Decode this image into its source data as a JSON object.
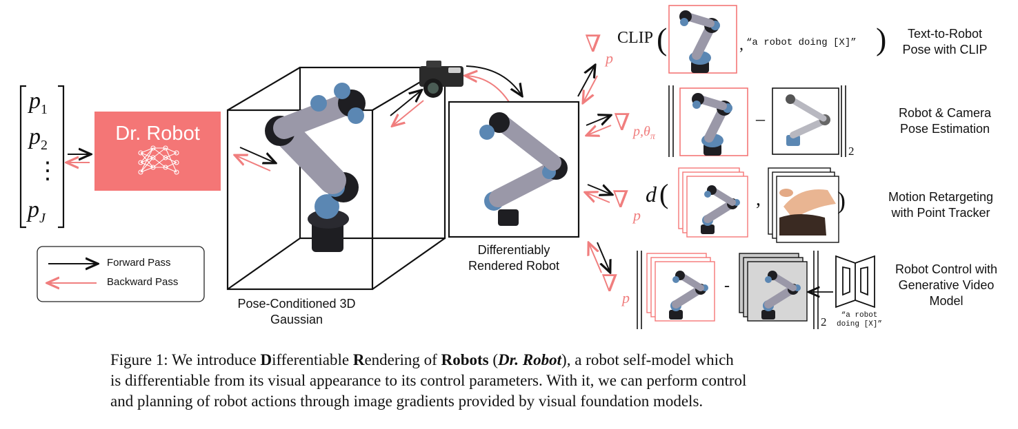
{
  "pose_vector": {
    "p1_base": "p",
    "p1_sub": "1",
    "p2_base": "p",
    "p2_sub": "2",
    "dots": "⋮",
    "pJ_base": "p",
    "pJ_sub": "J"
  },
  "dr_robot_box": {
    "title": "Dr. Robot",
    "color": "#f47676",
    "icon": "neural-network-icon"
  },
  "legend": {
    "forward": "Forward Pass",
    "backward": "Backward Pass"
  },
  "gaussian_label": {
    "line1": "Pose-Conditioned 3D",
    "line2": "Gaussian"
  },
  "rendered_label": {
    "line1": "Differentiably",
    "line2": "Rendered Robot"
  },
  "tasks": [
    {
      "line1": "Text-to-Robot",
      "line2": "Pose with CLIP"
    },
    {
      "line1": "Robot & Camera",
      "line2": "Pose Estimation"
    },
    {
      "line1": "Motion Retargeting",
      "line2": "with Point Tracker"
    },
    {
      "line1": "Robot Control with",
      "line2": "Generative Video",
      "line3": "Model"
    }
  ],
  "formulas": {
    "clip": {
      "nabla": "∇",
      "sub": "p",
      "func": "CLIP",
      "text": "“a robot doing [X]”"
    },
    "pose": {
      "nabla": "∇",
      "sub": "p,θ",
      "sub2": "π",
      "minus": "–",
      "norm_sub": "2"
    },
    "motion": {
      "nabla": "∇",
      "sub": "p",
      "func": "d"
    },
    "video": {
      "nabla": "∇",
      "sub": "p",
      "minus": "-",
      "norm_sub": "2",
      "prompt_line1": "“a robot",
      "prompt_line2": "doing [X]”"
    }
  },
  "caption": {
    "prefix": "Figure 1: We introduce ",
    "d_bold": "D",
    "w1": "ifferentiable ",
    "r_bold": "R",
    "w2": "endering of ",
    "robots_bold": "Robots",
    "paren_open": " (",
    "drrobot_bi": "Dr. Robot",
    "rest1": "), a robot self-model which",
    "line2": "is differentiable from its visual appearance to its control parameters. With it, we can perform control",
    "line3": "and planning of robot actions through image gradients provided by visual foundation models."
  },
  "colors": {
    "accent": "#f47676",
    "forward": "#111111",
    "backward": "#f07e7e",
    "robot_blue": "#5b87b3",
    "robot_gray": "#9a98a8"
  }
}
